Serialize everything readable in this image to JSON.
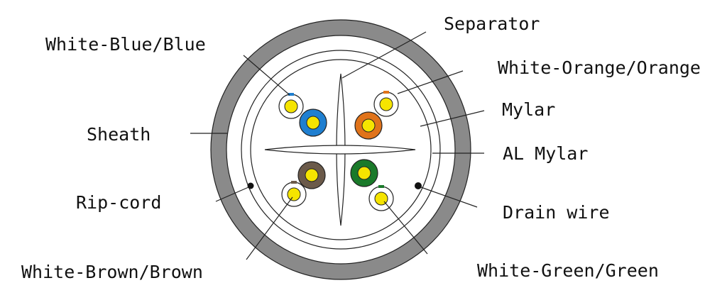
{
  "diagram": {
    "labels": {
      "separator": "Separator",
      "white_blue": "White-Blue/Blue",
      "white_orange": "White-Orange/Orange",
      "sheath": "Sheath",
      "mylar": "Mylar",
      "al_mylar": "AL Mylar",
      "rip_cord": "Rip-cord",
      "drain_wire": "Drain wire",
      "white_brown": "White-Brown/Brown",
      "white_green": "White-Green/Green"
    },
    "colors": {
      "sheath": "#8a8a8a",
      "conductor": "#f5e400",
      "blue": "#1f7fd0",
      "orange": "#e0731a",
      "brown": "#6b5a4a",
      "green": "#1a7a2a",
      "stripe_blue": "#1f7fd0",
      "stripe_orange": "#e0731a",
      "stripe_brown": "#6b5a4a",
      "stripe_green": "#1a7a2a"
    }
  }
}
